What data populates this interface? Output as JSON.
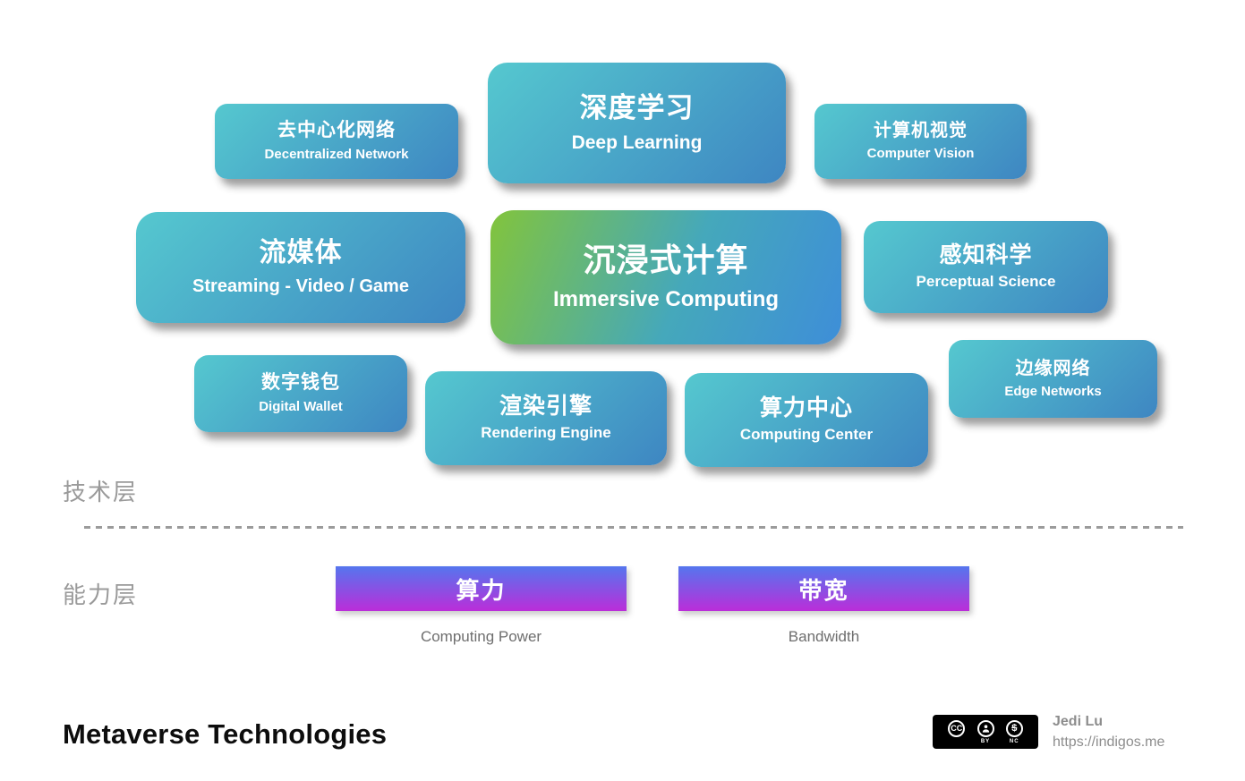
{
  "cards": [
    {
      "zh": "去中心化网络",
      "en": "Decentralized Network"
    },
    {
      "zh": "深度学习",
      "en": "Deep Learning"
    },
    {
      "zh": "计算机视觉",
      "en": "Computer Vision"
    },
    {
      "zh": "流媒体",
      "en": "Streaming - Video / Game"
    },
    {
      "zh": "沉浸式计算",
      "en": "Immersive Computing"
    },
    {
      "zh": "感知科学",
      "en": "Perceptual Science"
    },
    {
      "zh": "数字钱包",
      "en": "Digital Wallet"
    },
    {
      "zh": "渲染引擎",
      "en": "Rendering Engine"
    },
    {
      "zh": "算力中心",
      "en": "Computing Center"
    },
    {
      "zh": "边缘网络",
      "en": "Edge Networks"
    }
  ],
  "layers": {
    "technology": "技术层",
    "capability": "能力层"
  },
  "capabilities": [
    {
      "zh": "算力",
      "en": "Computing Power"
    },
    {
      "zh": "带宽",
      "en": "Bandwidth"
    }
  ],
  "footer": {
    "title": "Metaverse Technologies",
    "author": "Jedi Lu",
    "url": "https://indigos.me",
    "license": {
      "cc": "CC",
      "by": "BY",
      "nc": "NC"
    }
  },
  "colors": {
    "card_gradient_start": "#55c8cf",
    "card_gradient_end": "#3e86c2",
    "center_gradient_start": "#82c43c",
    "center_gradient_end": "#3e8ed8",
    "bar_gradient_top": "#5576ee",
    "bar_gradient_bottom": "#bb2dd9"
  }
}
